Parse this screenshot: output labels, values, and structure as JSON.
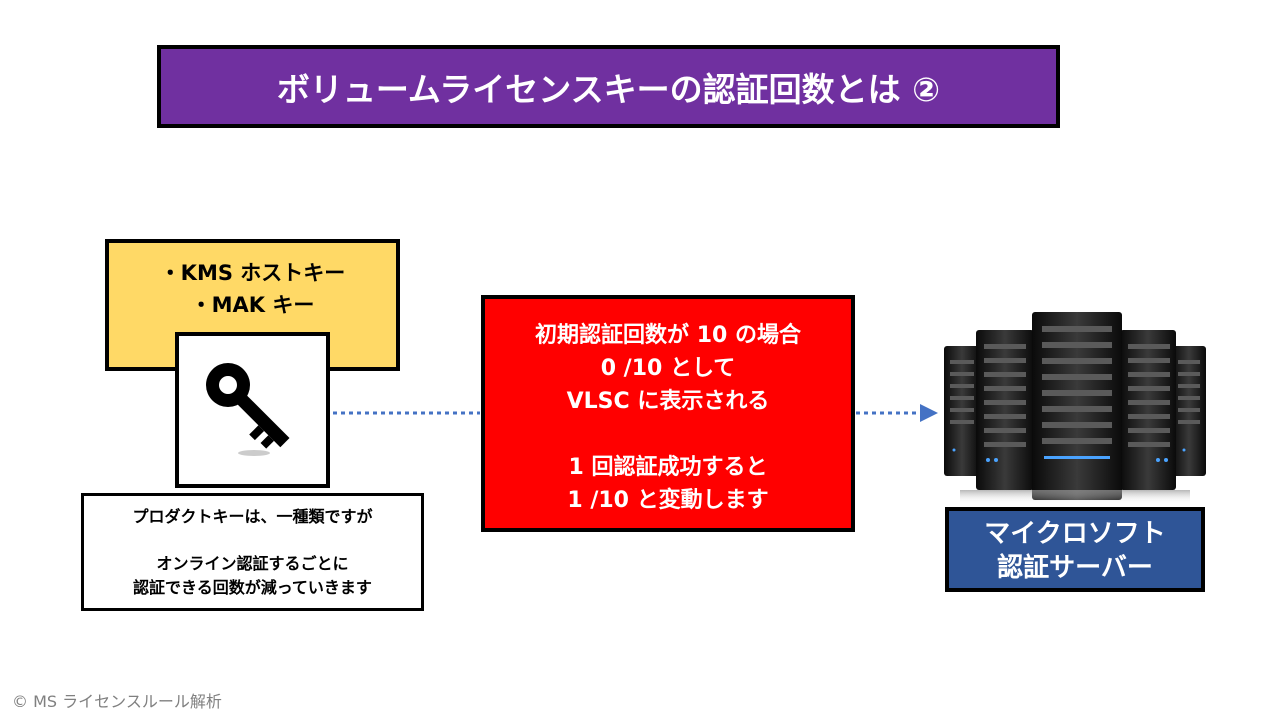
{
  "title": "ボリュームライセンスキーの認証回数とは ②",
  "key_types": {
    "line1": "・KMS ホストキー",
    "line2": "・MAK キー"
  },
  "note": {
    "line1": "プロダクトキーは、一種類ですが",
    "line2": "オンライン認証するごとに",
    "line3": "認証できる回数が減っていきます"
  },
  "info": {
    "line1": "初期認証回数が 10 の場合",
    "line2": "0 /10 として",
    "line3": "VLSC に表示される",
    "line4": "1 回認証成功すると",
    "line5": "1 /10 と変動します"
  },
  "server": {
    "line1": "マイクロソフト",
    "line2": "認証サーバー"
  },
  "footer": "© MS ライセンスルール解析",
  "icons": [
    "key-icon",
    "server-rack-icon",
    "arrow-right-icon"
  ],
  "colors": {
    "title_bg": "#7030a0",
    "key_box_bg": "#ffd966",
    "info_bg": "#ff0000",
    "server_label_bg": "#2f5597",
    "arrow": "#4472c4"
  }
}
